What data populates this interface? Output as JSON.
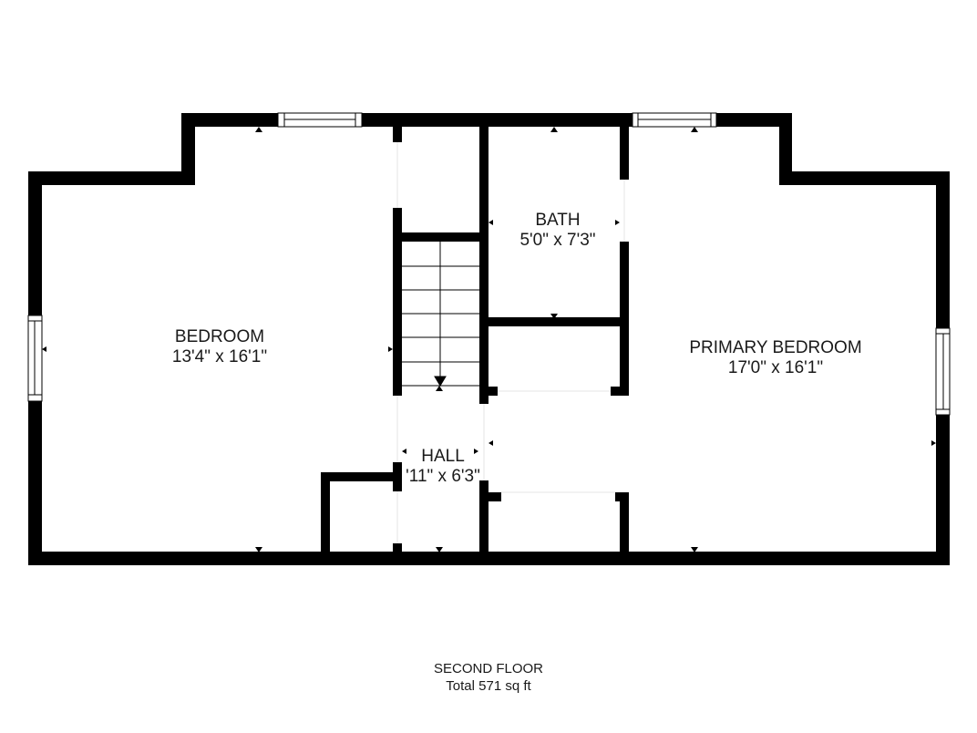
{
  "floor": {
    "name": "SECOND FLOOR",
    "total": "Total 571 sq ft"
  },
  "rooms": [
    {
      "name": "BEDROOM",
      "dims": "13'4\" x 16'1\""
    },
    {
      "name": "BATH",
      "dims": "5'0\" x 7'3\""
    },
    {
      "name": "PRIMARY BEDROOM",
      "dims": "17'0\" x 16'1\""
    },
    {
      "name": "HALL",
      "dims": "'11\" x 6'3\""
    }
  ],
  "colors": {
    "wall": "#000000",
    "background": "#ffffff",
    "text": "#1a1a1a"
  }
}
